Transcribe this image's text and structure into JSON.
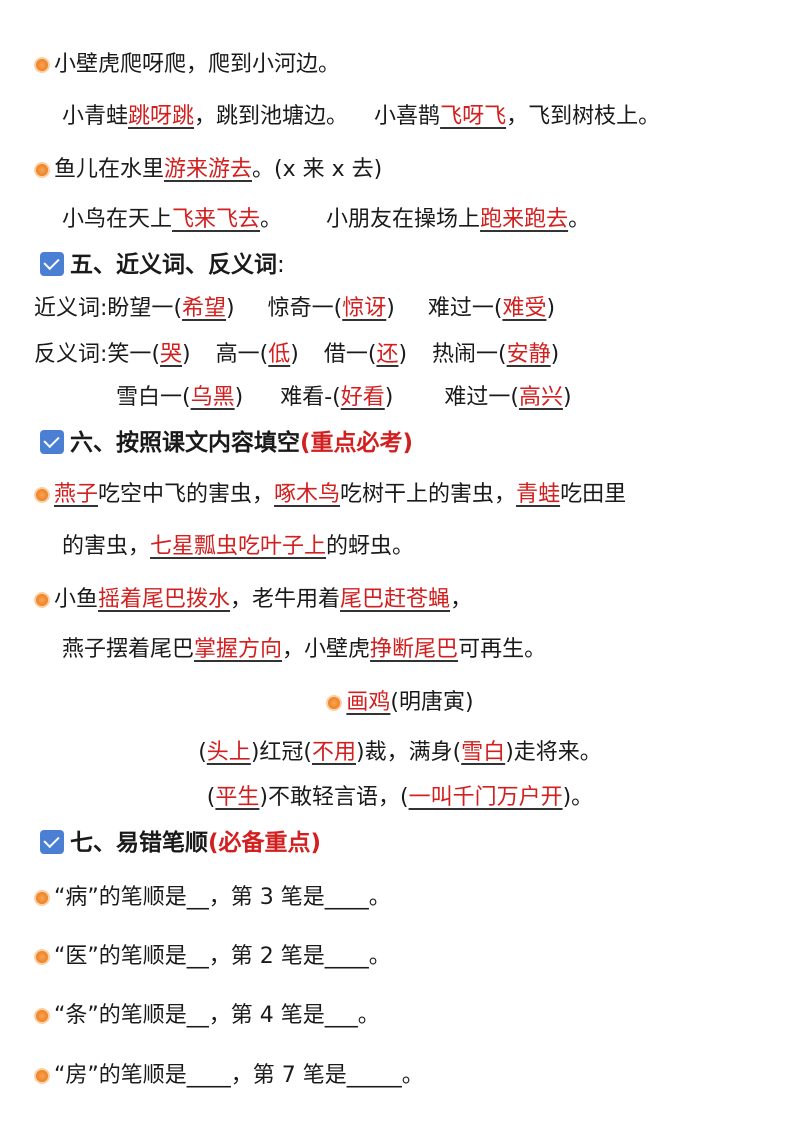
{
  "block1": {
    "l1": "小壁虎爬呀爬，爬到小河边。",
    "l2a": "小青蛙",
    "l2b": "跳呀跳",
    "l2c": "，跳到池塘边。",
    "l2d": "小喜鹊",
    "l2e": "飞呀飞",
    "l2f": "，飞到树枝上。",
    "l3a": "鱼儿在水里",
    "l3b": "游来游去",
    "l3c": "。(x 来 x 去)",
    "l4a": "小鸟在天上",
    "l4b": "飞来飞去",
    "l4c": "。",
    "l4d": "小朋友在操场上",
    "l4e": "跑来跑去",
    "l4f": "。"
  },
  "section5": {
    "title": "五、近义词、反义词",
    "colon": ":",
    "syn_label": "近义词:",
    "syn": [
      {
        "w": "盼望一",
        "a": "希望"
      },
      {
        "w": "惊奇一",
        "a": "惊讶"
      },
      {
        "w": "难过一",
        "a": "难受"
      }
    ],
    "ant_label": "反义词:",
    "ant1": [
      {
        "w": "笑一",
        "a": "哭"
      },
      {
        "w": "高一",
        "a": "低"
      },
      {
        "w": "借一",
        "a": "还"
      },
      {
        "w": "热闹一",
        "a": "安静"
      }
    ],
    "ant2": [
      {
        "w": "雪白一",
        "a": "乌黑"
      },
      {
        "w": "难看-",
        "a": "好看"
      },
      {
        "w": "难过一",
        "a": "高兴"
      }
    ]
  },
  "section6": {
    "title": "六、按照课文内容填空",
    "tag": "(重点必考)",
    "p1": {
      "a": "燕子",
      "b": "吃空中飞的害虫，",
      "c": "啄木鸟",
      "d": "吃树干上的害虫，",
      "e": "青蛙",
      "f": "吃田里"
    },
    "p2": {
      "a": "的害虫，",
      "b": "七星瓢虫吃叶子上",
      "c": "的蚜虫。"
    },
    "p3": {
      "a": "小鱼",
      "b": "摇着尾巴拨水",
      "c": "，老牛用着",
      "d": "尾巴赶苍蝇",
      "e": "，"
    },
    "p4": {
      "a": "燕子摆着尾巴",
      "b": "掌握方向",
      "c": "，小壁虎",
      "d": "挣断尾巴",
      "e": "可再生。"
    },
    "poem_title": "画鸡",
    "poem_author": "(明唐寅)",
    "poem1": {
      "a": "(",
      "b": "头上",
      "c": ")红冠(",
      "d": "不用",
      "e": ")裁，满身(",
      "f": "雪白",
      "g": ")走将来。"
    },
    "poem2": {
      "a": "(",
      "b": "平生",
      "c": ")不敢轻言语，(",
      "d": "一叫千门万户开",
      "e": ")。"
    }
  },
  "section7": {
    "title": "七、易错笔顺",
    "tag": "(必备重点)",
    "items": [
      "“病”的笔顺是__，第 3 笔是____。",
      "“医”的笔顺是__，第 2 笔是____。",
      "“条”的笔顺是__，第 4 笔是___。",
      "“房”的笔顺是____，第 7 笔是_____。"
    ]
  }
}
